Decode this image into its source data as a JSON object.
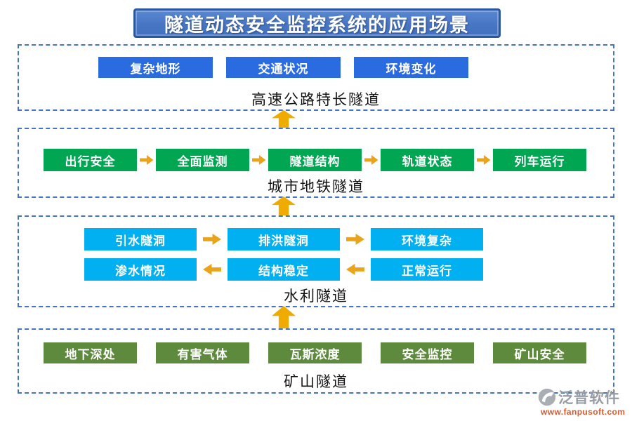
{
  "title": "隧道动态安全监控系统的应用场景",
  "colors": {
    "title_fill": "#4876c4",
    "title_border": "#2b57a0",
    "box_border": "#4472c4",
    "blue_button": "#2a6be0",
    "green_button": "#00a651",
    "cyan_button": "#00b0f0",
    "olive_button": "#5d8a3c",
    "connector_arrow_gold": "#f0ab00",
    "flow_arrow_gold": "#eaa41c",
    "label_text": "#141414",
    "logo_grey": "#979da4",
    "logo_url_orange": "#e0582b"
  },
  "sections": [
    {
      "label": "高速公路特长隧道",
      "buttons": [
        "复杂地形",
        "交通状况",
        "环境变化"
      ]
    },
    {
      "label": "城市地铁隧道",
      "buttons": [
        "出行安全",
        "全面监测",
        "隧道结构",
        "轨道状态",
        "列车运行"
      ]
    },
    {
      "label": "水利隧道",
      "rows": [
        {
          "arrow_direction": "right",
          "buttons": [
            "引水隧洞",
            "排洪隧洞",
            "环境复杂"
          ]
        },
        {
          "arrow_direction": "left",
          "buttons": [
            "渗水情况",
            "结构稳定",
            "正常运行"
          ]
        }
      ]
    },
    {
      "label": "矿山隧道",
      "buttons": [
        "地下深处",
        "有害气体",
        "瓦斯浓度",
        "安全监控",
        "矿山安全"
      ]
    }
  ],
  "logo": {
    "brand": "泛普软件",
    "website": "www.fanpusoft.com"
  }
}
